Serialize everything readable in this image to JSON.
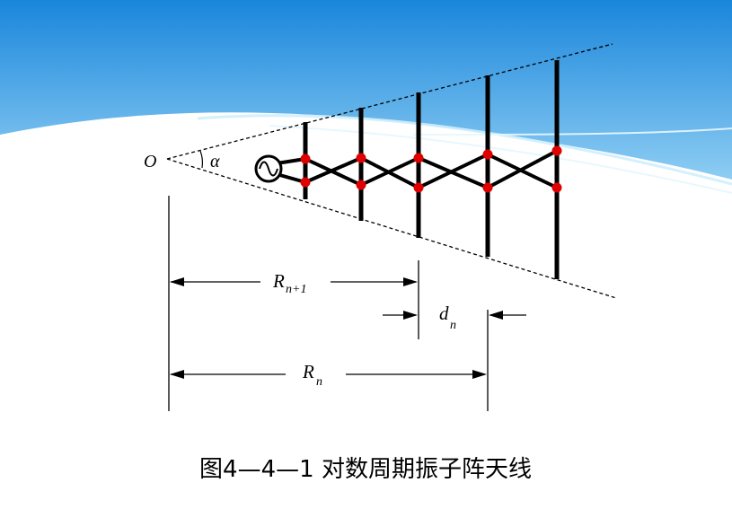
{
  "diagram": {
    "origin_label": "O",
    "angle_label": "α",
    "R_n1_main": "R",
    "R_n1_sub": "n+1",
    "d_main": "d",
    "d_sub": "n",
    "R_n_main": "R",
    "R_n_sub": "n"
  },
  "caption": "图4—4—1  对数周期振子阵天线",
  "colors": {
    "sky_top": "#1e90e0",
    "sky_light": "#8fd0f5",
    "junction": "#e00000",
    "line": "#000000"
  }
}
